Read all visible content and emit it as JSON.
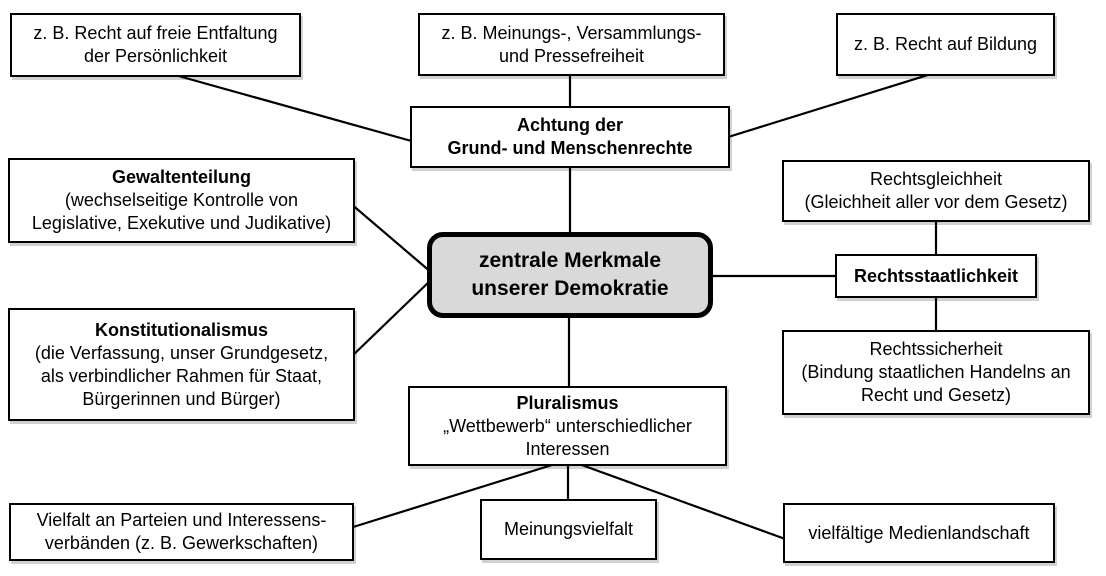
{
  "colors": {
    "background": "#ffffff",
    "box_border": "#000000",
    "center_node_fill": "#d9d9d9",
    "text": "#000000"
  },
  "nodes": {
    "central": {
      "lines": [
        "zentrale Merkmale",
        "unserer Demokratie"
      ]
    },
    "entfaltung": {
      "lines": [
        "z. B. Recht auf freie Entfaltung",
        "der Persönlichkeit"
      ]
    },
    "freiheiten": {
      "lines": [
        "z. B. Meinungs-, Versammlungs-",
        "und Pressefreiheit"
      ]
    },
    "bildung": {
      "lines": [
        "z. B. Recht auf Bildung"
      ]
    },
    "achtung": {
      "lines": [
        "Achtung der",
        "Grund- und Menschenrechte"
      ]
    },
    "gewaltenteilung": {
      "title": "Gewaltenteilung",
      "body": [
        "(wechselseitige Kontrolle von",
        "Legislative, Exekutive und Judikative)"
      ]
    },
    "konstitutionalismus": {
      "title": "Konstitutionalismus",
      "body": [
        "(die Verfassung, unser Grundgesetz,",
        "als verbindlicher Rahmen für Staat,",
        "Bürgerinnen und Bürger)"
      ]
    },
    "rechtsgleichheit": {
      "lines": [
        "Rechtsgleichheit",
        "(Gleichheit aller vor dem Gesetz)"
      ]
    },
    "rechtsstaatlichkeit": {
      "lines": [
        "Rechtsstaatlichkeit"
      ]
    },
    "rechtssicherheit": {
      "lines": [
        "Rechtssicherheit",
        "(Bindung staatlichen Handelns an",
        "Recht und Gesetz)"
      ]
    },
    "pluralismus": {
      "title": "Pluralismus",
      "body": [
        "„Wettbewerb“ unterschiedlicher",
        "Interessen"
      ]
    },
    "parteien": {
      "lines": [
        "Vielfalt an Parteien und Interessens-",
        "verbänden (z. B. Gewerkschaften)"
      ]
    },
    "meinungsvielfalt": {
      "lines": [
        "Meinungsvielfalt"
      ]
    },
    "medienlandschaft": {
      "lines": [
        "vielfältige Medienlandschaft"
      ]
    }
  },
  "edges": [
    {
      "from": "entfaltung",
      "to": "achtung"
    },
    {
      "from": "freiheiten",
      "to": "achtung"
    },
    {
      "from": "bildung",
      "to": "achtung"
    },
    {
      "from": "achtung",
      "to": "central"
    },
    {
      "from": "gewaltenteilung",
      "to": "central"
    },
    {
      "from": "konstitutionalismus",
      "to": "central"
    },
    {
      "from": "central",
      "to": "rechtsstaatlichkeit"
    },
    {
      "from": "rechtsgleichheit",
      "to": "rechtsstaatlichkeit"
    },
    {
      "from": "rechtsstaatlichkeit",
      "to": "rechtssicherheit"
    },
    {
      "from": "central",
      "to": "pluralismus"
    },
    {
      "from": "pluralismus",
      "to": "parteien"
    },
    {
      "from": "pluralismus",
      "to": "meinungsvielfalt"
    },
    {
      "from": "pluralismus",
      "to": "medienlandschaft"
    }
  ]
}
